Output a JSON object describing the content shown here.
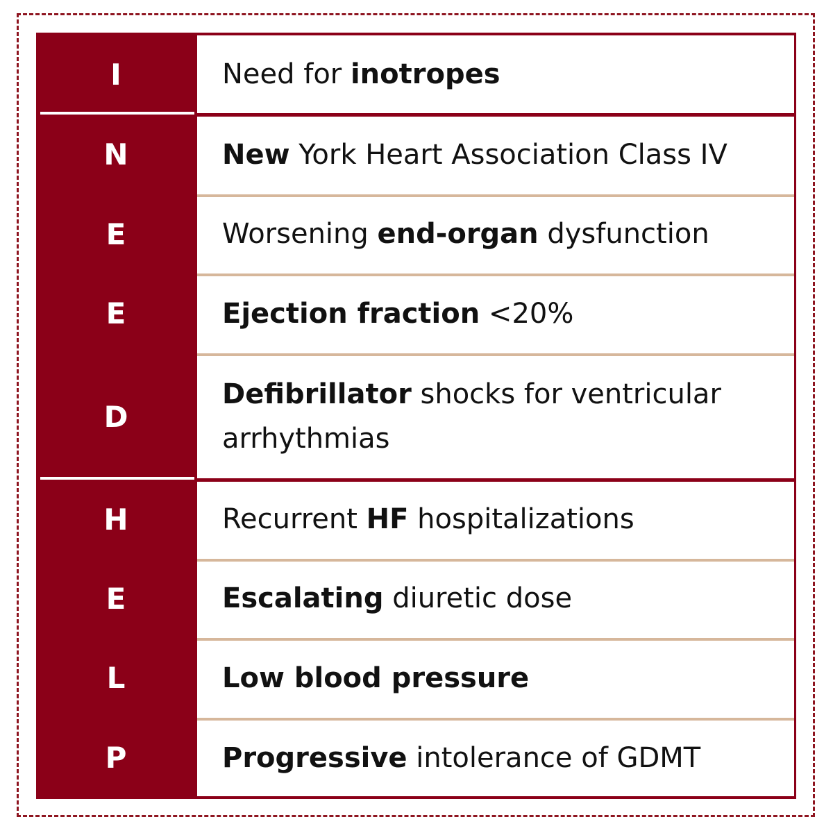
{
  "rows": [
    {
      "letter": "I",
      "parts": [
        {
          "t": "Need for ",
          "b": false
        },
        {
          "t": "inotropes",
          "b": true
        }
      ]
    },
    {
      "letter": "N",
      "parts": [
        {
          "t": "New",
          "b": true
        },
        {
          "t": " York Heart Association Class IV",
          "b": false
        }
      ]
    },
    {
      "letter": "E",
      "parts": [
        {
          "t": "Worsening ",
          "b": false
        },
        {
          "t": "end-organ",
          "b": true
        },
        {
          "t": " dysfunction",
          "b": false
        }
      ]
    },
    {
      "letter": "E",
      "parts": [
        {
          "t": "Ejection fraction",
          "b": true
        },
        {
          "t": " <20%",
          "b": false
        }
      ]
    },
    {
      "letter": "D",
      "parts": [
        {
          "t": "Defibrillator",
          "b": true
        },
        {
          "t": " shocks for ventricular arrhythmias",
          "b": false
        }
      ]
    },
    {
      "letter": "H",
      "parts": [
        {
          "t": "Recurrent ",
          "b": false
        },
        {
          "t": "HF",
          "b": true
        },
        {
          "t": " hospitalizations",
          "b": false
        }
      ]
    },
    {
      "letter": "E",
      "parts": [
        {
          "t": "Escalating",
          "b": true
        },
        {
          "t": " diuretic dose",
          "b": false
        }
      ]
    },
    {
      "letter": "L",
      "parts": [
        {
          "t": "Low blood pressure",
          "b": true
        }
      ]
    },
    {
      "letter": "P",
      "parts": [
        {
          "t": "Progressive",
          "b": true
        },
        {
          "t": " intolerance of GDMT",
          "b": false
        }
      ]
    }
  ],
  "colors": {
    "accent": "#8b0018",
    "separator": "#d6b79b",
    "text": "#111111"
  }
}
